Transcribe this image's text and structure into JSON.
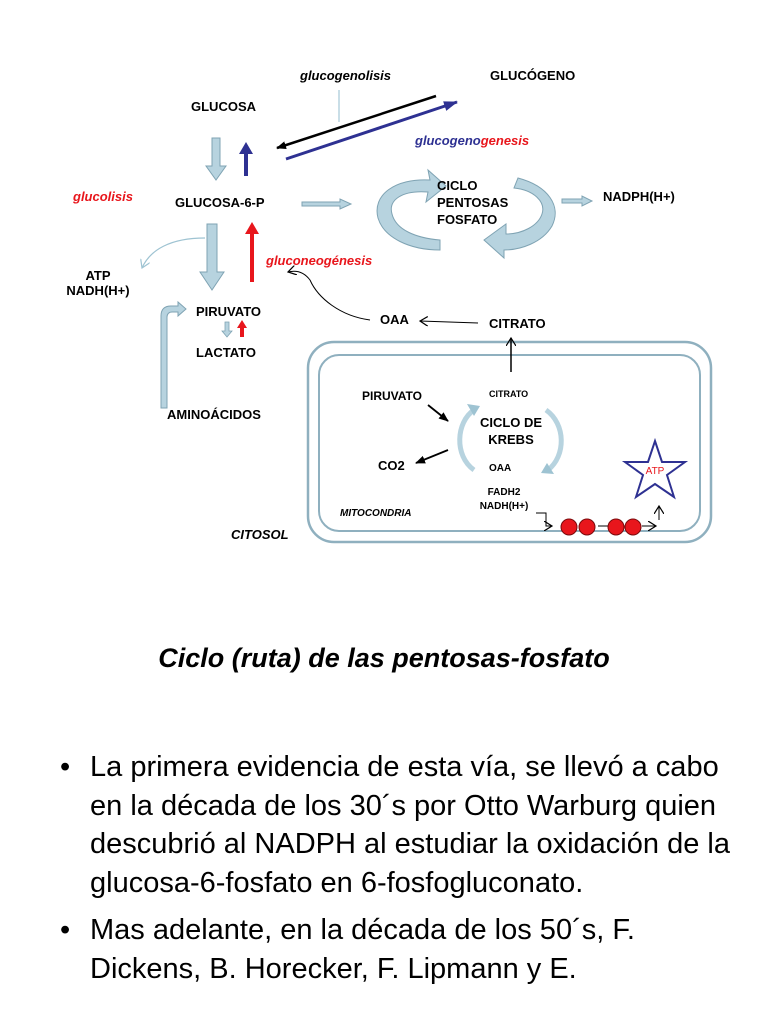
{
  "diagram": {
    "glucogenolisis": "glucogenolisis",
    "glucogeno": "GLUCÓGENO",
    "glucosa": "GLUCOSA",
    "glucogenogenesis_a": "glucogeno",
    "glucogenogenesis_b": "genesis",
    "glucolisis": "glucolisis",
    "glucosa6p": "GLUCOSA-6-P",
    "ciclo_pentosas": [
      "CICLO",
      "PENTOSAS",
      "FOSFATO"
    ],
    "nadph": "NADPH(H+)",
    "atp_nadh": [
      "ATP",
      "NADH(H+)"
    ],
    "gluconeogenesis": "gluconeogénesis",
    "piruvato": "PIRUVATO",
    "lactato": "LACTATO",
    "oaa": "OAA",
    "citrato": "CITRATO",
    "aminoacidos": "AMINOÁCIDOS",
    "mito_piruvato": "PIRUVATO",
    "mito_citrato": "CITRATO",
    "krebs": [
      "CICLO DE",
      "KREBS"
    ],
    "co2": "CO2",
    "mito_oaa": "OAA",
    "fadh2_nadh": [
      "FADH2",
      "NADH(H+)"
    ],
    "atp_star": "ATP",
    "mitocondria": "MITOCONDRIA",
    "citosol": "CITOSOL",
    "colors": {
      "red": "#e8161c",
      "blue": "#2e3192",
      "pale_blue": "#b7d3df",
      "pale_stroke": "#7fa3b3"
    }
  },
  "heading": "Ciclo (ruta) de las pentosas-fosfato",
  "bullets": [
    "La primera evidencia de esta vía, se llevó a cabo en la década de los 30´s  por Otto Warburg quien descubrió al NADPH al estudiar la oxidación de la glucosa-6-fosfato en  6-fosfogluconato.",
    "Mas adelante, en la década de los 50´s, F. Dickens, B. Horecker, F. Lipmann y E."
  ]
}
